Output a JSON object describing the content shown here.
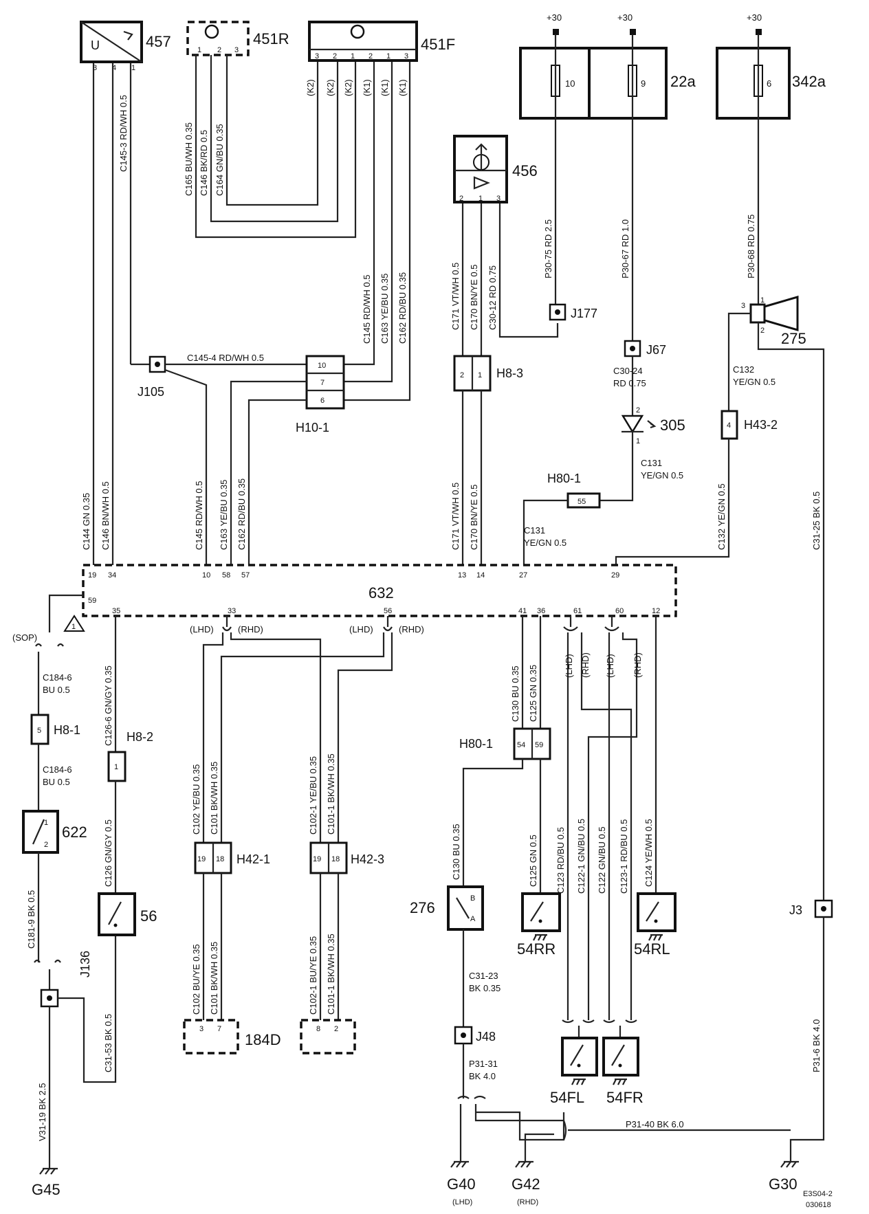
{
  "components": {
    "c457": "457",
    "c451R": "451R",
    "c451F": "451F",
    "c22a": "22a",
    "c342a": "342a",
    "c456": "456",
    "c632": "632",
    "c275": "275",
    "c305": "305",
    "c622": "622",
    "c56": "56",
    "c276": "276",
    "c54RR": "54RR",
    "c54RL": "54RL",
    "c54FL": "54FL",
    "c54FR": "54FR",
    "c184D": "184D"
  },
  "connectors": {
    "H10_1": "H10-1",
    "H8_3": "H8-3",
    "H43_2": "H43-2",
    "H80_1a": "H80-1",
    "H80_1b": "H80-1",
    "H8_1": "H8-1",
    "H8_2": "H8-2",
    "H42_1": "H42-1",
    "H42_3": "H42-3"
  },
  "junctions": {
    "J105": "J105",
    "J177": "J177",
    "J67": "J67",
    "J136": "J136",
    "J48": "J48",
    "J3": "J3"
  },
  "grounds": {
    "G45": "G45",
    "G40": "G40",
    "G42": "G42",
    "G30": "G30",
    "lhd": "(LHD)",
    "rhd": "(RHD)"
  },
  "supply": {
    "p1": "+30",
    "p2": "+30",
    "p3": "+30"
  },
  "fuses": {
    "f10": "10",
    "f9": "9",
    "f6": "6"
  },
  "misc": {
    "u": "U",
    "sop": "(SOP)",
    "warn_num": "1",
    "lhd": "(LHD)",
    "rhd": "(RHD)",
    "ref1": "E3S04-2",
    "ref2": "030618"
  },
  "wires": {
    "w_c144": "C144  GN  0.35",
    "w_c146a": "C146  BN/WH  0.5",
    "w_c1453": "C145-3  RD/WH  0.5",
    "w_c165": "C165  BU/WH  0.35",
    "w_c146b": "C146  BK/RD  0.5",
    "w_c164": "C164  GN/BU  0.35",
    "w_c145u": "C145  RD/WH  0.5",
    "w_c163u": "C163  YE/BU  0.35",
    "w_c162u": "C162  RD/BU  0.35",
    "w_c1454": "C145-4  RD/WH  0.5",
    "w_c145l": "C145  RD/WH  0.5",
    "w_c163l": "C163  YE/BU  0.35",
    "w_c162l": "C162  RD/BU  0.35",
    "w_c171u": "C171  VT/WH  0.5",
    "w_c170u": "C170  BN/YE  0.5",
    "w_c3012": "C30-12  RD  0.75",
    "w_c171l": "C171  VT/WH  0.5",
    "w_c170l": "C170  BN/YE  0.5",
    "w_p3075": "P30-75  RD  2.5",
    "w_p3067": "P30-67  RD  1.0",
    "w_p3068": "P30-68  RD  0.75",
    "w_c3024a": "C30-24",
    "w_c3024b": "RD  0.75",
    "w_c131a": "C131",
    "w_c131b": "YE/GN  0.5",
    "w_c131c": "C131",
    "w_c131d": "YE/GN  0.5",
    "w_c132a": "C132",
    "w_c132b": "YE/GN  0.5",
    "w_c132v": "C132  YE/GN  0.5",
    "w_c3125": "C31-25  BK  0.5",
    "w_c1846a": "C184-6",
    "w_c1846b": "BU  0.5",
    "w_c1846c": "C184-6",
    "w_c1846d": "BU 0.5",
    "w_c1266u": "C126-6  GN/GY  0.35",
    "w_c126": "C126  GN/GY  0.5",
    "w_c1819": "C181-9  BK  0.5",
    "w_c3153": "C31-53  BK  0.5",
    "w_v3119": "V31-19  BK  2.5",
    "w_c102": "C102  YE/BU  0.35",
    "w_c101": "C101  BK/WH  0.35",
    "w_c1021": "C102-1  YE/BU  0.35",
    "w_c1011": "C101-1  BK/WH  0.35",
    "w_c102b": "C102  BU/YE  0.35",
    "w_c101b": "C101  BK/WH  0.35",
    "w_c1021b": "C102-1  BU/YE  0.35",
    "w_c1011b": "C101-1  BK/WH  0.35",
    "w_c130u": "C130  BU  0.35",
    "w_c125u": "C125  GN  0.35",
    "w_c130l": "C130  BU  0.35",
    "w_c125l": "C125  GN  0.5",
    "w_c123": "C123  RD/BU  0.5",
    "w_c1221": "C122-1  GN/BU  0.5",
    "w_c122": "C122  GN/BU  0.5",
    "w_c1231": "C123-1  RD/BU  0.5",
    "w_c124": "C124  YE/WH  0.5",
    "w_c3123a": "C31-23",
    "w_c3123b": "BK  0.35",
    "w_p3131a": "P31-31",
    "w_p3131b": "BK  4.0",
    "w_p3140": "P31-40  BK  6.0",
    "w_p316": "P31-6  BK  4.0"
  },
  "pins": {
    "p457_3": "3",
    "p457_4": "4",
    "p457_1": "1",
    "p451R_1": "1",
    "p451R_2": "2",
    "p451R_3": "3",
    "p451F_3a": "3",
    "p451F_2a": "2",
    "p451F_1a": "1",
    "p451F_2b": "2",
    "p451F_1b": "1",
    "p451F_3b": "3",
    "k2a": "(K2)",
    "k2b": "(K2)",
    "k2c": "(K2)",
    "k1a": "(K1)",
    "k1b": "(K1)",
    "k1c": "(K1)",
    "p456_2": "2",
    "p456_1": "1",
    "p456_3": "3",
    "h10_10": "10",
    "h10_7": "7",
    "h10_6": "6",
    "h83_2": "2",
    "h83_1": "1",
    "h432_4": "4",
    "h801_55": "55",
    "p305_2": "2",
    "p305_1": "1",
    "p275_3": "3",
    "p275_1": "1",
    "p275_2": "2",
    "m19": "19",
    "m34": "34",
    "m10": "10",
    "m58": "58",
    "m57": "57",
    "m13": "13",
    "m14": "14",
    "m27": "27",
    "m29": "29",
    "m59": "59",
    "m35": "35",
    "m33": "33",
    "m56": "56",
    "m41": "41",
    "m36": "36",
    "m61": "61",
    "m60": "60",
    "m12": "12",
    "h81_5": "5",
    "h82_1": "1",
    "p622_1": "1",
    "p622_2": "2",
    "h421_19": "19",
    "h421_18": "18",
    "h423_19": "19",
    "h423_18": "18",
    "h801b_54": "54",
    "h801b_59": "59",
    "p276_B": "B",
    "p276_A": "A",
    "d184_3": "3",
    "d184_7": "7",
    "d184_8": "8",
    "d184_2": "2"
  }
}
